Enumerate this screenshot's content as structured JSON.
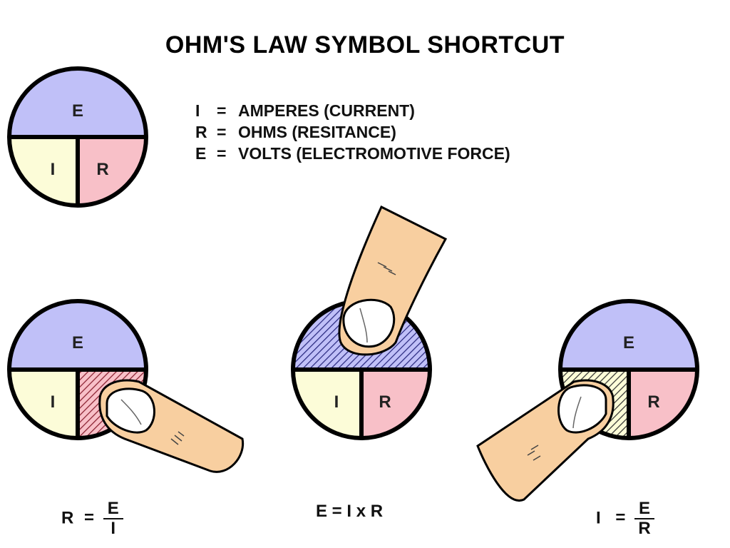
{
  "title": "OHM'S LAW SYMBOL SHORTCUT",
  "legend": [
    {
      "symbol": "I",
      "eq": "=",
      "meaning": "AMPERES (CURRENT)"
    },
    {
      "symbol": "R",
      "eq": "=",
      "meaning": "OHMS (RESITANCE)"
    },
    {
      "symbol": "E",
      "eq": "=",
      "meaning": "VOLTS (ELECTROMOTIVE FORCE)"
    }
  ],
  "circle_labels": {
    "top": "E",
    "left": "I",
    "right": "R"
  },
  "formulas": {
    "resistance": {
      "lhs": "R",
      "eq": "=",
      "num": "E",
      "den": "I"
    },
    "voltage": {
      "text": "E = I x R"
    },
    "current": {
      "lhs": "I",
      "eq": "=",
      "num": "E",
      "den": "R"
    }
  },
  "colors": {
    "top": "#c0c0f8",
    "left": "#fcfcd8",
    "right": "#f8c0c8",
    "skin": "#f8cfa0",
    "outline": "#000000"
  }
}
